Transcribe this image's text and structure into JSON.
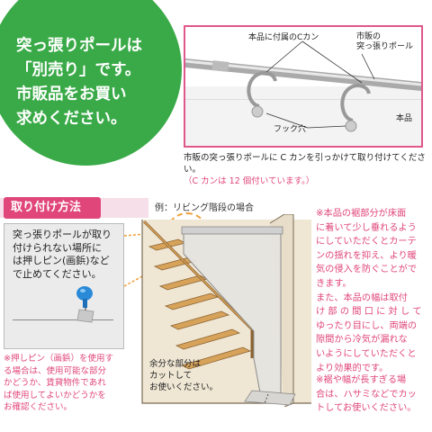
{
  "badge": {
    "lines": [
      "突っ張りポールは",
      "「別売り」です。",
      "市販品をお買い",
      "求めください。"
    ]
  },
  "diagram": {
    "label_c_hook": "本品に付属のCカン",
    "label_pole_line1": "市販の",
    "label_pole_line2": "突っ張りポール",
    "label_hook_hole": "フック穴",
    "label_product": "本品"
  },
  "top_note": {
    "line1": "市販の突っ張りポールに C カンを引っかけて取り付けてください。",
    "line2": "（C カンは 12 個付いています。）"
  },
  "install": {
    "header": "取り付け方法",
    "example": "例：リビング階段の場合"
  },
  "left_box": {
    "lines": [
      "突っ張りポールが取り",
      "付けられない場所に",
      "は押しピン(画鋲)など",
      "で止めてください。"
    ]
  },
  "left_note": {
    "lines": [
      "※押しピン（画鋲）を使用す",
      "る場合は、使用可能な部分",
      "かどうか、賃貸物件であれ",
      "ば使用してよいかどうかを",
      "お確認ください。"
    ]
  },
  "cut_note": {
    "lines": [
      "余分な部分は",
      "カットして",
      "お使いください。"
    ]
  },
  "right_note": {
    "lines": [
      "※本品の裾部分が床面",
      "に着いて少し垂れるよう",
      "にしていただくとカーテ",
      "ンの揺れを抑え、より暖",
      "気の侵入を防ぐことがで",
      "きます。",
      "また、本品の幅は取付",
      "け 部 の 間 口 に 対 し て",
      "ゆったり目にし、両端の",
      "隙間から冷気が漏れな",
      "いようにしていただくと",
      "より効果的です。"
    ]
  },
  "right_note2": {
    "lines": [
      "※裾や幅が長すぎる場",
      "合は、ハサミなどでカッ",
      "トしてお使いください。"
    ]
  },
  "colors": {
    "green": "#3aaa48",
    "pink": "#e0467a",
    "orange": "#f0a03a"
  }
}
